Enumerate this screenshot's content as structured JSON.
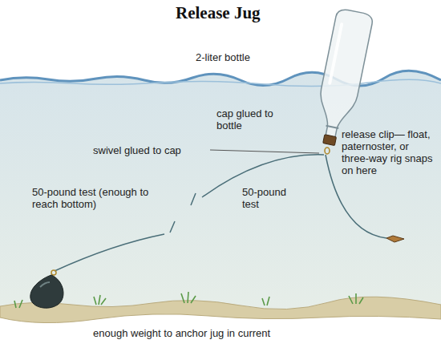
{
  "diagram": {
    "title": "Release Jug",
    "labels": [
      "2-liter bottle",
      "cap glued to bottle",
      "swivel glued to cap",
      "release clip— float, paternoster, or three-way rig snaps on here",
      "50-pound test",
      "50-pound test (enough to reach bottom)",
      "enough weight to anchor jug in current"
    ]
  }
}
